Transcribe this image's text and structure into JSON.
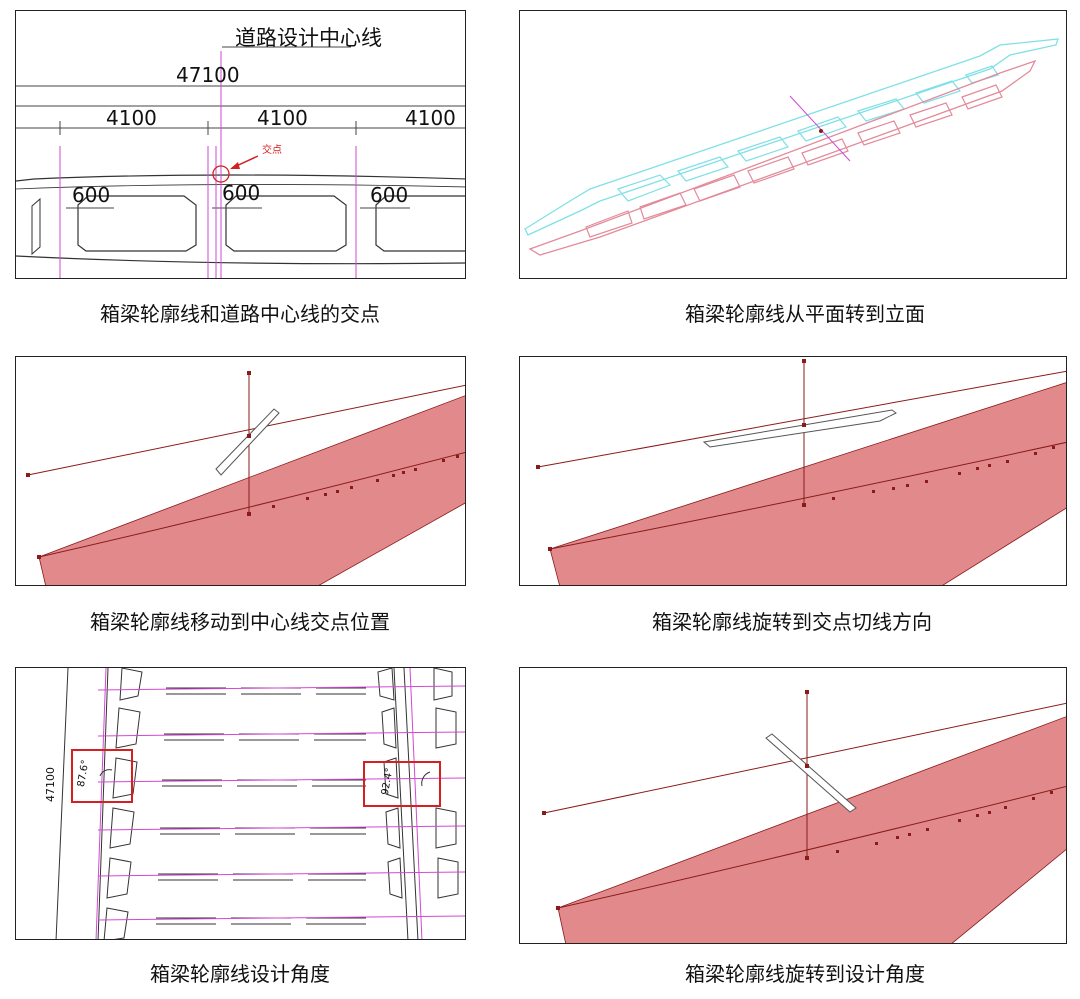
{
  "panels": [
    {
      "caption": "箱梁轮廓线和道路中心线的交点",
      "labels": {
        "centerline": "道路设计中心线",
        "total_width": "47100",
        "span_left": "4100",
        "span_mid": "4100",
        "span_right": "4100",
        "web_left": "600",
        "web_mid": "600",
        "web_right": "600",
        "intersection": "交点"
      }
    },
    {
      "caption": "箱梁轮廓线从平面转到立面"
    },
    {
      "caption": "箱梁轮廓线移动到中心线交点位置"
    },
    {
      "caption": "箱梁轮廓线旋转到交点切线方向"
    },
    {
      "caption": "箱梁轮廓线设计角度",
      "labels": {
        "dim": "47100",
        "angle_left": "87.6°",
        "angle_right": "92.4°"
      }
    },
    {
      "caption": "箱梁轮廓线旋转到设计角度"
    }
  ],
  "colors": {
    "line": "#333333",
    "magenta": "#d24ad2",
    "red": "#d42020",
    "dark_red": "#8b1a1a",
    "fill": "#e2898b",
    "cyan": "#7fe0e6",
    "pink": "#e38a9a"
  }
}
